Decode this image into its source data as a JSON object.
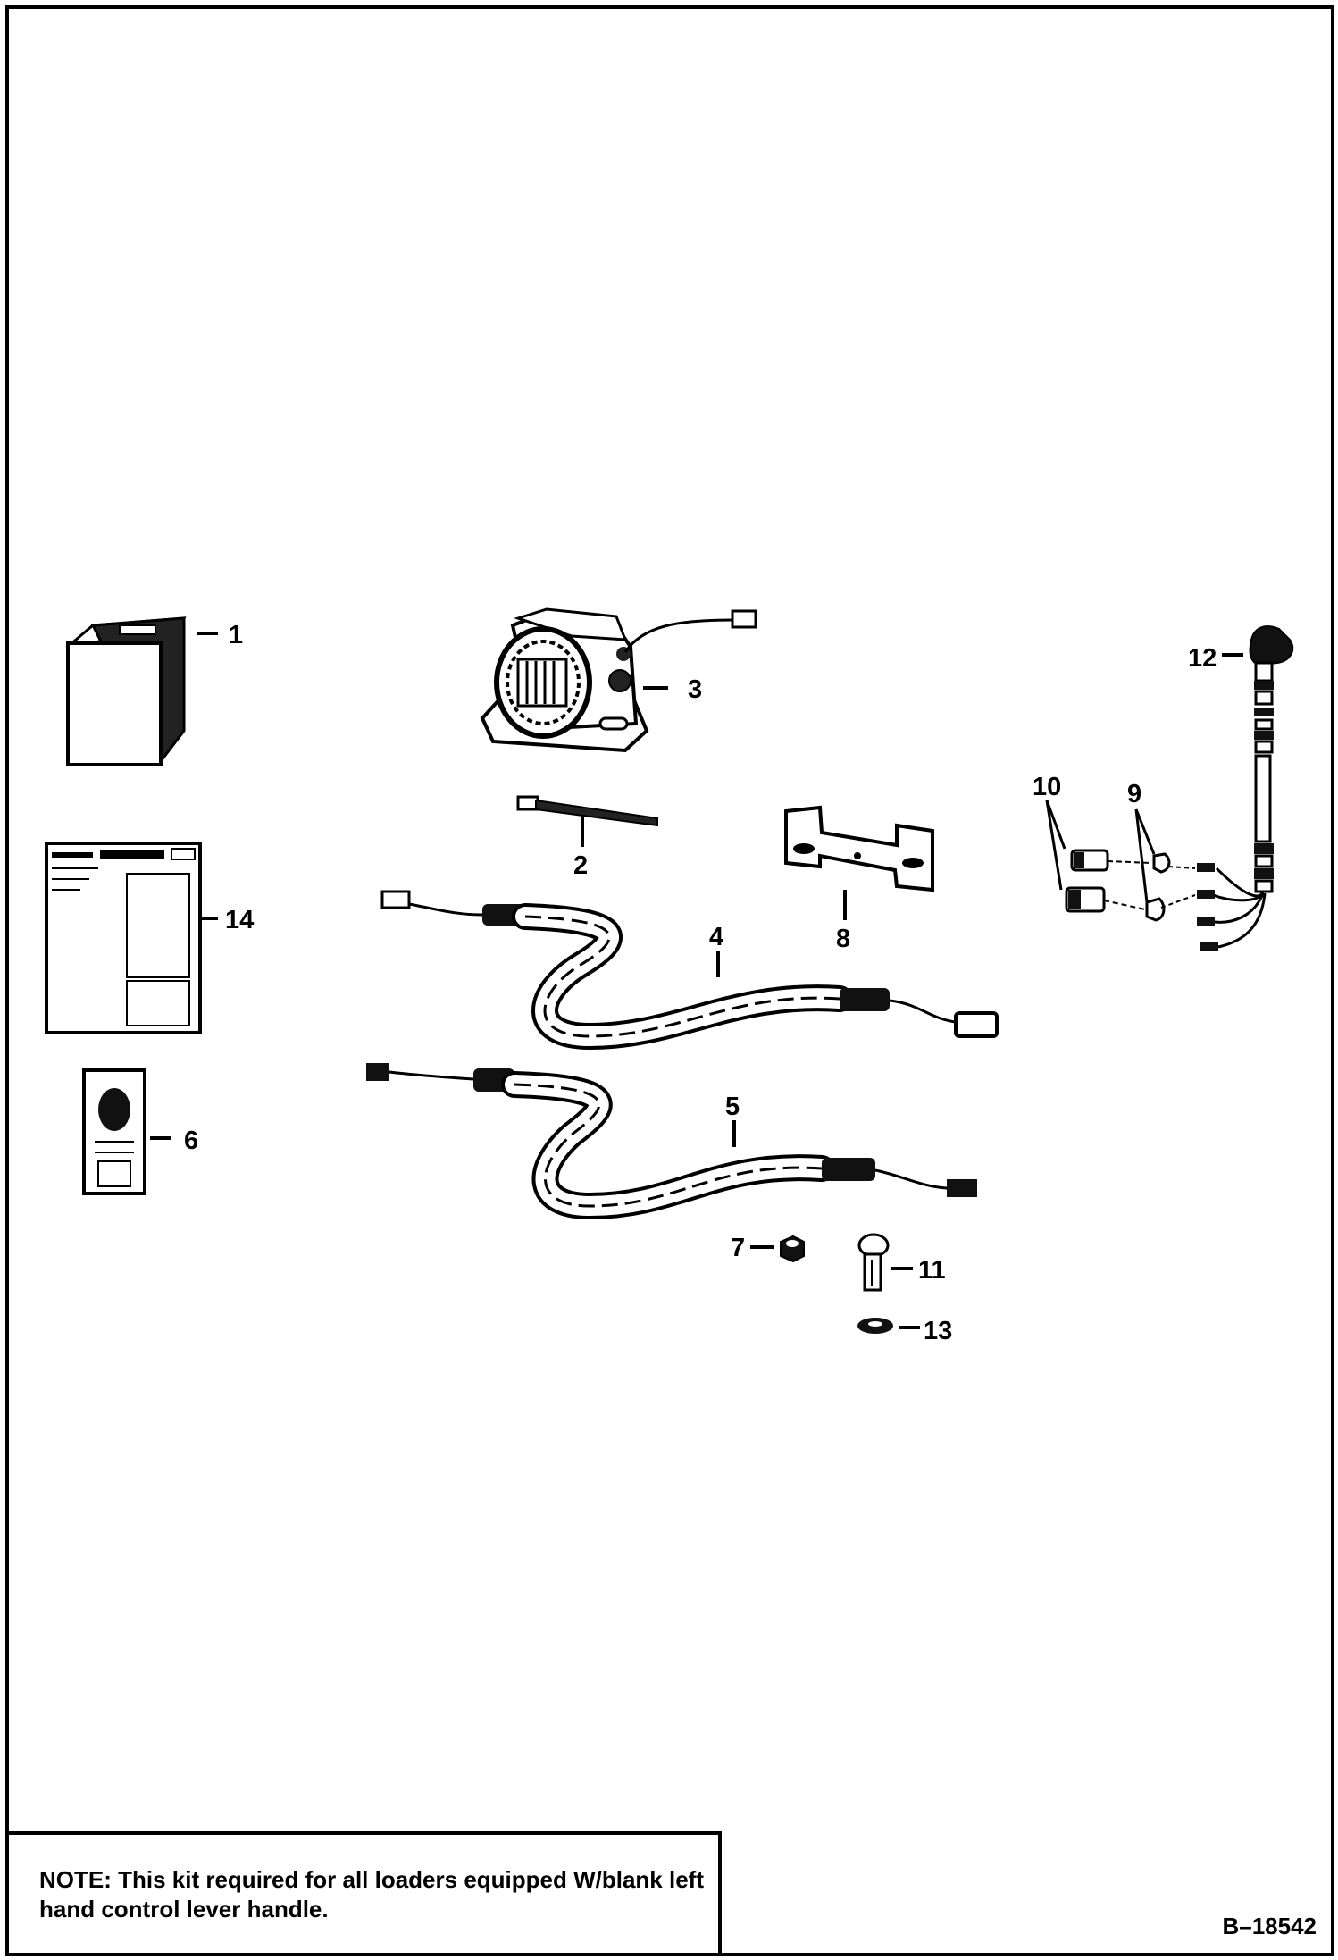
{
  "diagram": {
    "callouts": {
      "c1": "1",
      "c2": "2",
      "c3": "3",
      "c4": "4",
      "c5": "5",
      "c6": "6",
      "c7": "7",
      "c8": "8",
      "c9": "9",
      "c10": "10",
      "c11": "11",
      "c12": "12",
      "c13": "13",
      "c14": "14"
    }
  },
  "note": {
    "lead": "NOTE:",
    "text": " This kit required for all loaders equipped W/blank left hand control lever handle."
  },
  "figure_id": "B–18542"
}
